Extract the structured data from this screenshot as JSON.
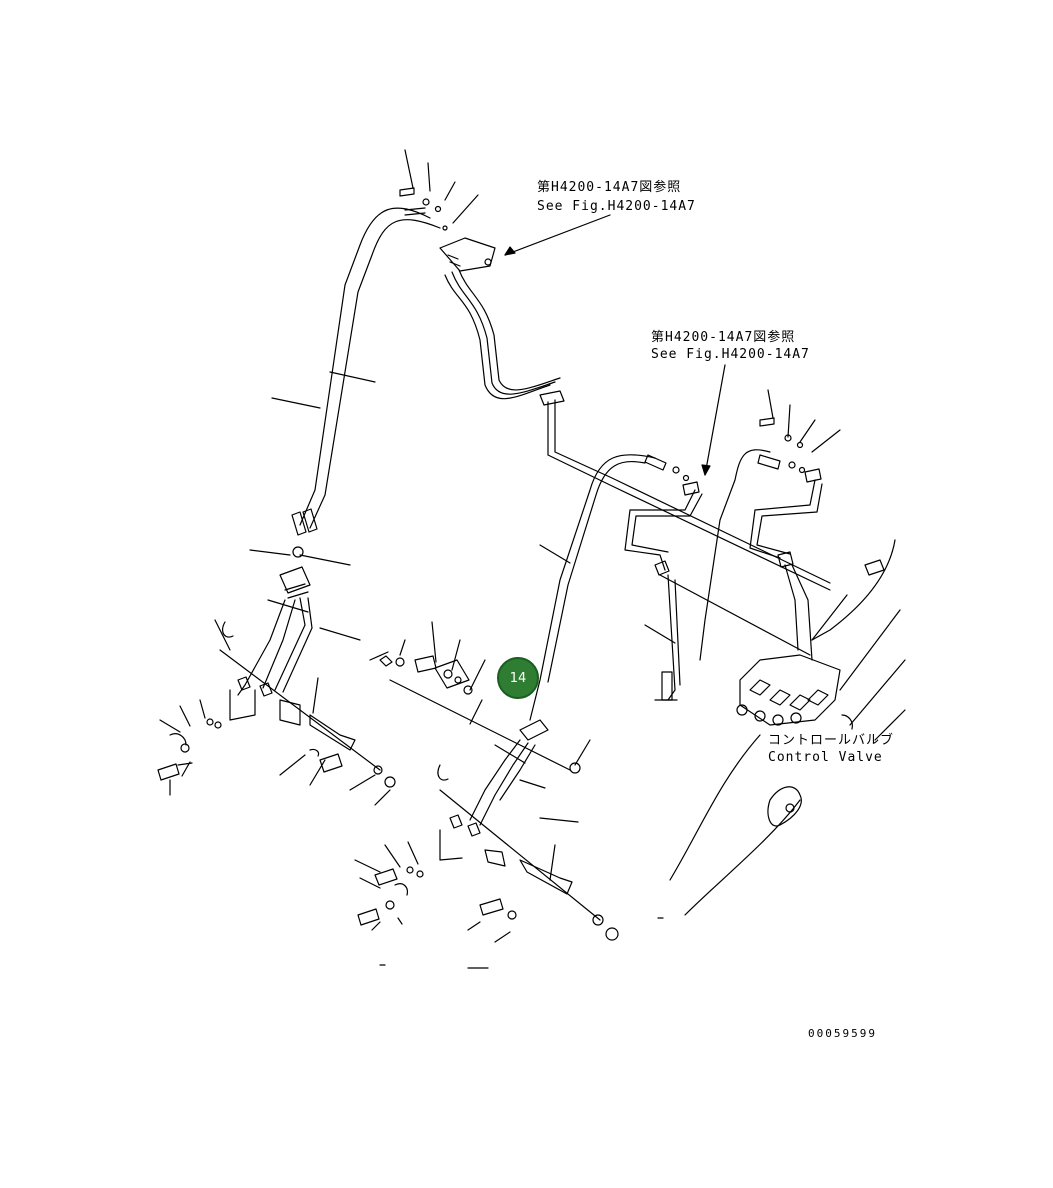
{
  "references": [
    {
      "jp": "第H4200-14A7図参照",
      "en": "See Fig.H4200-14A7"
    },
    {
      "jp": "第H4200-14A7図参照",
      "en": "See Fig.H4200-14A7"
    }
  ],
  "control_valve": {
    "jp": "コントロールバルブ",
    "en": "Control Valve"
  },
  "callout": {
    "number": "14"
  },
  "drawing_number": "00059599",
  "colors": {
    "line": "#000000",
    "callout_fill": "#2e7d32",
    "background": "#ffffff"
  }
}
